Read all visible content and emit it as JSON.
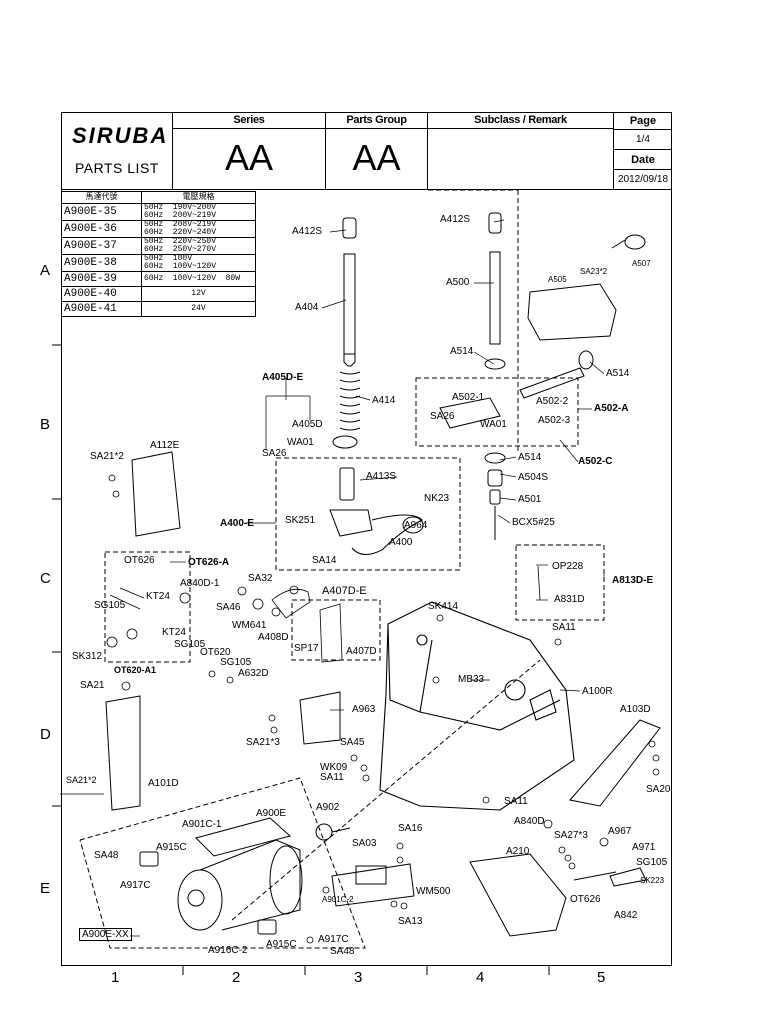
{
  "header": {
    "brand_logo": "SIRUBA",
    "doc_title": "PARTS LIST",
    "series_caption": "Series",
    "series_value": "AA",
    "parts_group_caption": "Parts Group",
    "parts_group_value": "AA",
    "subclass_caption": "Subclass / Remark",
    "page_caption": "Page",
    "page_value": "1/4",
    "date_caption": "Date",
    "date_value": "2012/09/18"
  },
  "model_table": {
    "col_model": "馬達代號",
    "col_voltage": "電壓規格",
    "rows": [
      {
        "model": "A900E-35",
        "spec": "50Hz  190V~200V\n60Hz  200V~219V"
      },
      {
        "model": "A900E-36",
        "spec": "50Hz  208V~219V\n60Hz  220V~240V"
      },
      {
        "model": "A900E-37",
        "spec": "50Hz  220V~250V\n60Hz  250V~270V"
      },
      {
        "model": "A900E-38",
        "spec": "50Hz  100V\n60Hz  100V~120V"
      },
      {
        "model": "A900E-39",
        "spec": "60Hz  100V~120V  80W"
      },
      {
        "model": "A900E-40",
        "spec": "12V"
      },
      {
        "model": "A900E-41",
        "spec": "24V"
      }
    ]
  },
  "grid": {
    "rows": [
      "A",
      "B",
      "C",
      "D",
      "E"
    ],
    "cols": [
      "1",
      "2",
      "3",
      "4",
      "5"
    ]
  },
  "callouts": {
    "A412S_left": "A412S",
    "A404": "A404",
    "A405DE": "A405D-E",
    "A405D": "A405D",
    "A414": "A414",
    "WA01_left": "WA01",
    "SA26_left": "SA26",
    "A413S": "A413S",
    "NK23": "NK23",
    "SK251": "SK251",
    "A400E": "A400-E",
    "A964": "A964",
    "A400": "A400",
    "SA14": "SA14",
    "A412S_right": "A412S",
    "A500": "A500",
    "A514_a": "A514",
    "A514_b": "A514",
    "A502_1": "A502-1",
    "A502_2": "A502-2",
    "A502A": "A502-A",
    "A502_3": "A502-3",
    "SA26_right": "SA26",
    "WA01_right": "WA01",
    "A514_c": "A514",
    "A502C": "A502-C",
    "A504S": "A504S",
    "A501": "A501",
    "BCX5": "BCX5#25",
    "A505": "A505",
    "SA23x2": "SA23*2",
    "A507": "A507",
    "SA21x2_top": "SA21*2",
    "A112E": "A112E",
    "OT626_a": "OT626",
    "OT626A": "OT626-A",
    "A840D1": "A840D-1",
    "KT24_a": "KT24",
    "SG105_a": "SG105",
    "KT24_b": "KT24",
    "SG105_b": "SG105",
    "OT620": "OT620",
    "SG105_c": "SG105",
    "SK312": "SK312",
    "OT620A1": "OT620-A1",
    "A632D": "A632D",
    "SA32": "SA32",
    "SA46": "SA46",
    "WM641": "WM641",
    "A408D": "A408D",
    "A407DE": "A407D-E",
    "SP17": "SP17",
    "A407D": "A407D",
    "SK414": "SK414",
    "OP228": "OP228",
    "A813DE": "A813D-E",
    "A831D": "A831D",
    "SA11_a": "SA11",
    "MB33": "MB33",
    "A100R": "A100R",
    "SA21": "SA21",
    "A963": "A963",
    "SA21x3": "SA21*3",
    "SA45": "SA45",
    "WK09": "WK09",
    "SA11_b": "SA11",
    "SA11_c": "SA11",
    "SA21x2_bot": "SA21*2",
    "A101D": "A101D",
    "A103D": "A103D",
    "SA20": "SA20",
    "A902": "A902",
    "A900E": "A900E",
    "A901C1": "A901C-1",
    "A915C_a": "A915C",
    "SA48_a": "SA48",
    "A917C_a": "A917C",
    "SA03": "SA03",
    "SA16": "SA16",
    "A840D": "A840D",
    "SA27x3": "SA27*3",
    "A967": "A967",
    "A971": "A971",
    "A210": "A210",
    "SG105_d": "SG105",
    "SK223": "SK223",
    "A901C2": "A901C-2",
    "WM500": "WM500",
    "SA13": "SA13",
    "OT626_b": "OT626",
    "A842": "A842",
    "A900EXX": "A900E-XX",
    "A916C2": "A916C-2",
    "A915C_b": "A915C",
    "A917C_b": "A917C",
    "SA48_b": "SA48"
  },
  "colors": {
    "ink": "#000000",
    "paper": "#ffffff"
  }
}
